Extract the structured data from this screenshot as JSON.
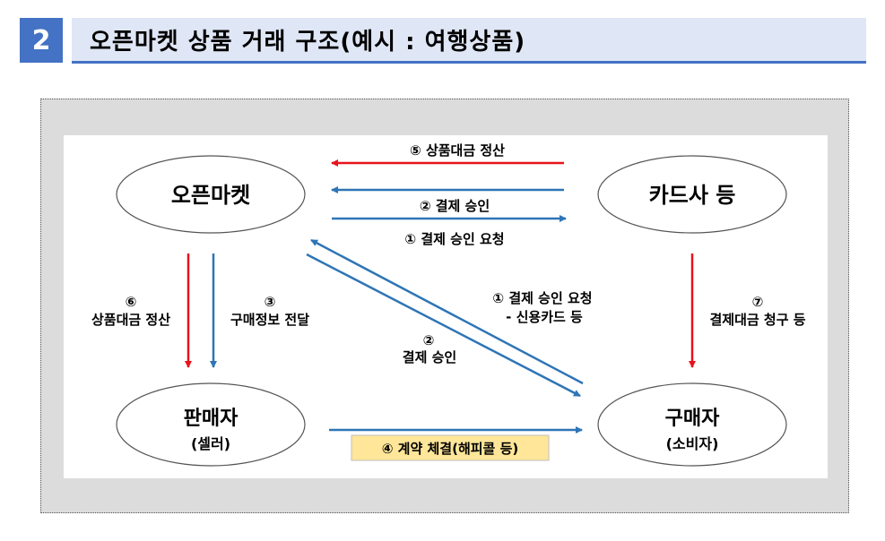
{
  "header": {
    "number": "2",
    "title": "오픈마켓 상품 거래 구조(예시 : 여행상품)"
  },
  "nodes": {
    "openmarket": "오픈마켓",
    "cardco": "카드사 등",
    "seller": "판매자",
    "seller_sub": "(셀러)",
    "buyer": "구매자",
    "buyer_sub": "(소비자)"
  },
  "edges": {
    "settle_top": "⑤ 상품대금 정산",
    "approve_top": "② 결제 승인",
    "request_top": "① 결제 승인 요청",
    "settle_left_num": "⑥",
    "settle_left": "상품대금 정산",
    "info_num": "③",
    "info": "구매정보 전달",
    "diag_request": "① 결제 승인 요청",
    "diag_request_sub": "- 신용카드 등",
    "diag_approve_num": "②",
    "diag_approve": "결제 승인",
    "contract": "④ 계약 체결(해피콜 등)",
    "bill_num": "⑦",
    "bill": "결제대금 청구 등"
  },
  "colors": {
    "accent": "#4472c4",
    "arrow_red": "#e8131b",
    "arrow_blue": "#2e75b6",
    "contract_bg": "#ffe699"
  }
}
